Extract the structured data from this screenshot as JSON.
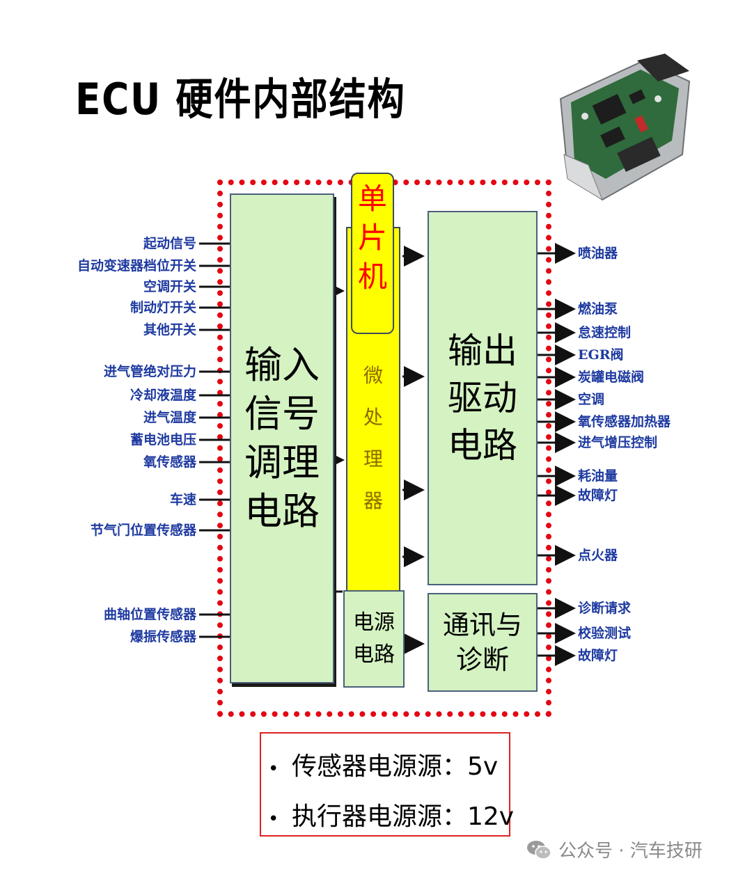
{
  "title": "ECU 硬件内部结构",
  "blocks": {
    "input": "输入\n信号\n调理\n电路",
    "mcu": "单\n片\n机",
    "micro": "微\n处\n理\n器",
    "power": "电源\n电路",
    "output": "输出\n驱动\n电路",
    "comm": "通讯与\n诊断"
  },
  "inputs": [
    "起动信号",
    "自动变速器档位开关",
    "空调开关",
    "制动灯开关",
    "其他开关",
    "进气管绝对压力",
    "冷却液温度",
    "进气温度",
    "蓄电池电压",
    "氧传感器",
    "车速",
    "节气门位置传感器",
    "曲轴位置传感器",
    "爆振传感器"
  ],
  "outputs": [
    "喷油器",
    "燃油泵",
    "怠速控制",
    "EGR阀",
    "炭罐电磁阀",
    "空调",
    "氧传感器加热器",
    "进气增压控制",
    "耗油量",
    "故障灯",
    "点火器",
    "诊断请求",
    "校验测试",
    "故障灯"
  ],
  "notes": [
    "传感器电源源：5v",
    "执行器电源源：12v"
  ],
  "notes_bullet": "•",
  "watermark": "公众号 · 汽车技研",
  "icons": [
    "circuit-board-photo",
    "wechat-icon"
  ],
  "colors": {
    "frame": "#e30613",
    "block_fill": "#d4f2c2",
    "mcu_fill": "#ffff00",
    "mcu_text": "#ff0000",
    "label_blue": "#1e3aa0"
  }
}
